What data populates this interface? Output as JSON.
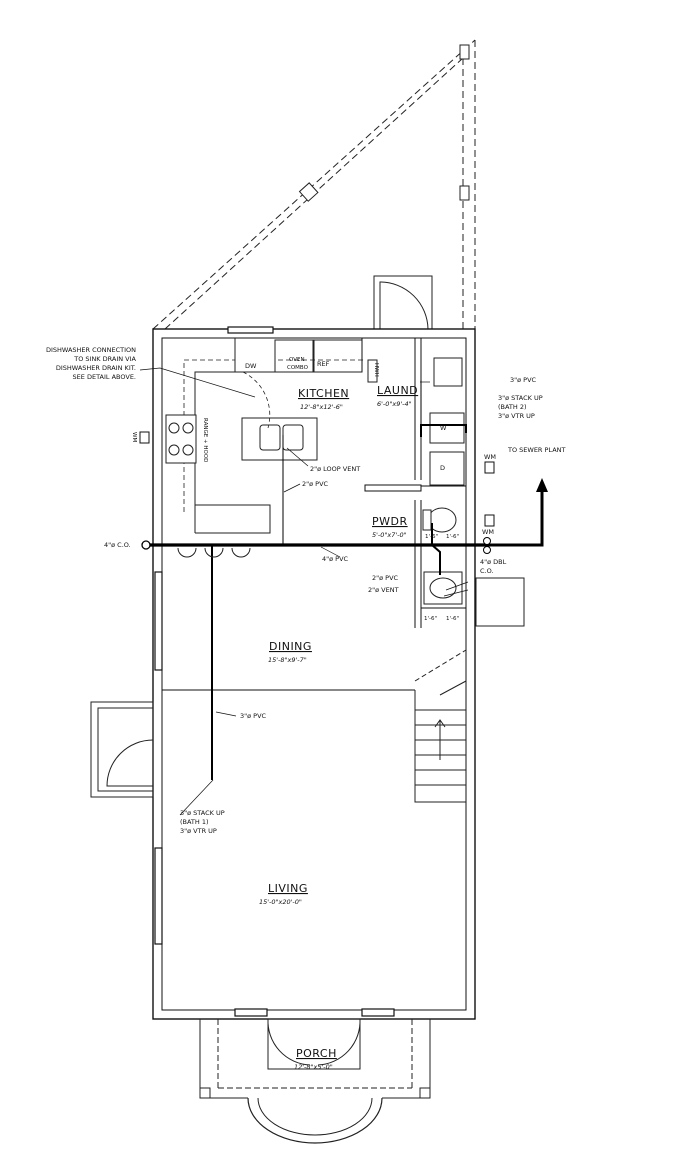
{
  "rooms": {
    "kitchen": {
      "name": "KITCHEN",
      "dims": "12'-8\"x12'-6\""
    },
    "laundry": {
      "name": "LAUND",
      "dims": "6'-0\"x9'-4\""
    },
    "powder": {
      "name": "PWDR",
      "dims": "5'-0\"x7'-0\""
    },
    "dining": {
      "name": "DINING",
      "dims": "15'-8\"x9'-7\""
    },
    "living": {
      "name": "LIVING",
      "dims": "15'-0\"x20'-0\""
    },
    "porch": {
      "name": "PORCH",
      "dims": "12'-8\"x5'-0\""
    }
  },
  "notes": {
    "dishwasher": [
      "DISHWASHER CONNECTION",
      "TO SINK DRAIN VIA",
      "DISHWASHER DRAIN KIT.",
      "SEE DETAIL ABOVE."
    ],
    "loop_vent": "2\"ø LOOP VENT",
    "pvc2_kitchen": "2\"ø PVC",
    "pvc3_laund": "3\"ø PVC",
    "stack_bath2": [
      "3\"ø STACK UP",
      "(BATH 2)",
      "3\"ø VTR UP"
    ],
    "sewer": "TO SEWER PLANT",
    "cleanout_left": "4\"ø C.O.",
    "pvc4": "4\"ø PVC",
    "dbl_co": [
      "4\"ø DBL",
      "C.O."
    ],
    "pvc2_pwdr": "2\"ø PVC",
    "vent2_pwdr": "2\"ø VENT",
    "pvc3_dining": "3\"ø PVC",
    "stack_bath1": [
      "3\"ø STACK UP",
      "(BATH 1)",
      "3\"ø VTR UP"
    ]
  },
  "fixtures": {
    "dw": "DW",
    "oven": [
      "OVEN",
      "COMBO"
    ],
    "ref": "REF",
    "hwh": "HWH",
    "range": "RANGE + HOOD",
    "wm": "WM",
    "washer": "W",
    "dryer": "D"
  },
  "dims": {
    "pwdr_a": "1'-6\"",
    "pwdr_b": "1'-6\"",
    "lav_a": "1'-6\"",
    "lav_b": "1'-6\""
  }
}
